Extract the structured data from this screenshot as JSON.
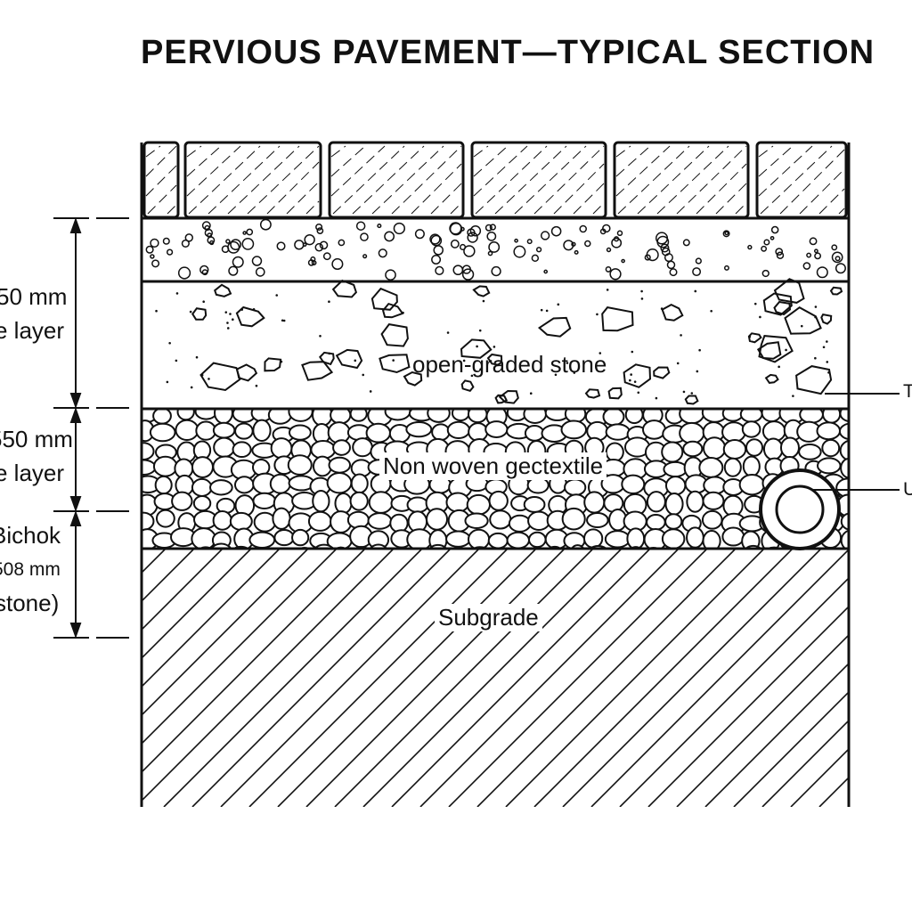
{
  "title": "PERVIOUS PAVEMENT—TYPICAL SECTION",
  "left_labels": {
    "dim1_value": "50 mm",
    "dim1_name": "e layer",
    "dim2_value": "550 mm",
    "dim2_name": "e layer",
    "dim3_name": "Bichok",
    "dim3_value": "508 mm",
    "dim3_note": "stone)"
  },
  "layers": {
    "open_graded": "open-graded stone",
    "geotextile": "Non woven gectextile",
    "subgrade": "Subgrade"
  },
  "right_callouts": {
    "top": "T",
    "pipe": "U"
  }
}
